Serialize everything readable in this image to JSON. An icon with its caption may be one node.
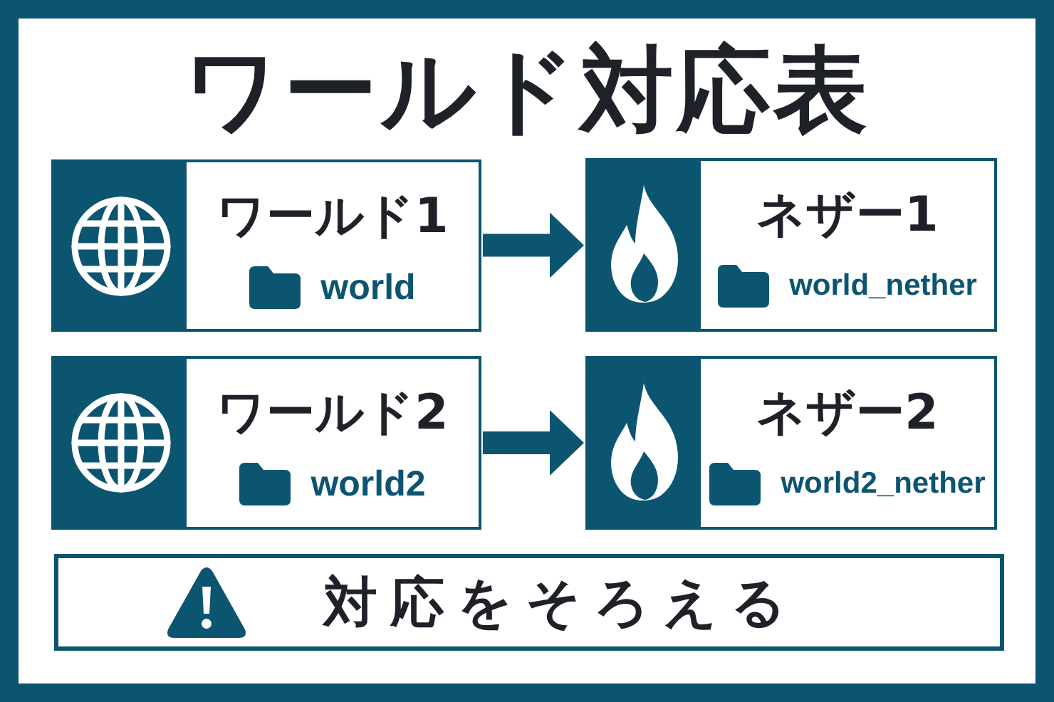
{
  "diagram": {
    "title": "ワールド対応表",
    "nodes": [
      {
        "text": [
          "ワールド1",
          "world"
        ]
      },
      {
        "text": [
          "ネザー1",
          "world_nether"
        ]
      },
      {
        "text": [
          "ワールド2",
          "world2"
        ]
      },
      {
        "text": [
          "ネザー2",
          "world2_nether"
        ]
      },
      {
        "text": [
          "対応をそろえる"
        ]
      }
    ],
    "edges": [
      {
        "from": 0,
        "to": 1,
        "arrow": "to"
      },
      {
        "from": 2,
        "to": 3,
        "arrow": "to"
      }
    ]
  }
}
